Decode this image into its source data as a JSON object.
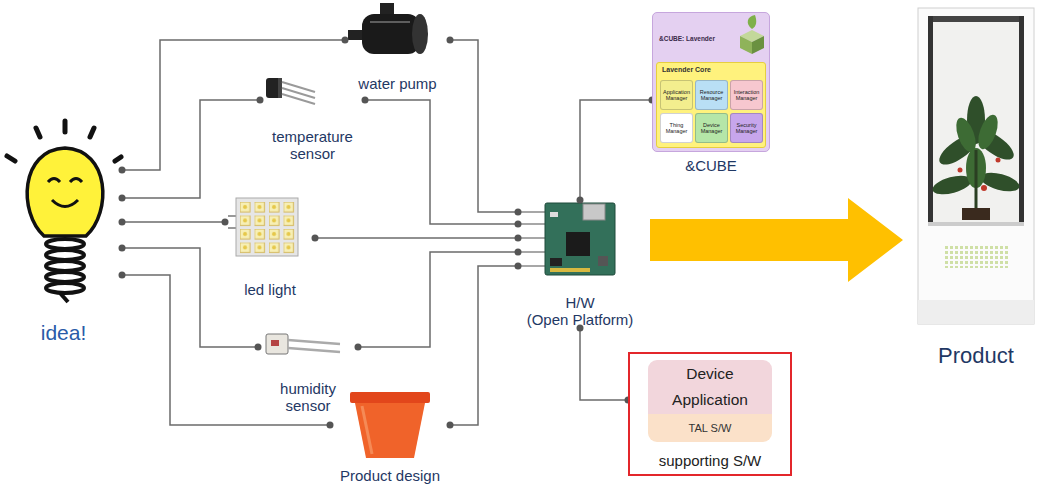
{
  "diagram": {
    "nodes": [
      {
        "text": [
          "idea!"
        ]
      },
      {
        "text": [
          "water pump"
        ]
      },
      {
        "text": [
          "temperature sensor"
        ]
      },
      {
        "text": [
          "led light"
        ]
      },
      {
        "text": [
          "humidity sensor"
        ]
      },
      {
        "text": [
          "Product design"
        ]
      },
      {
        "text": [
          "&CUBE: Lavender",
          "&CUBE"
        ]
      },
      {
        "text": [
          "Lavender Core"
        ],
        "in": 6
      },
      {
        "text": [
          "Application Manager"
        ],
        "in": 7
      },
      {
        "text": [
          "Resource Manager"
        ],
        "in": 7
      },
      {
        "text": [
          "Interaction Manager"
        ],
        "in": 7
      },
      {
        "text": [
          "Thing Manager"
        ],
        "in": 7
      },
      {
        "text": [
          "Device Manager"
        ],
        "in": 7
      },
      {
        "text": [
          "Security Manager"
        ],
        "in": 7
      },
      {
        "text": [
          "H/W (Open Platform)"
        ]
      },
      {
        "text": [
          "supporting S/W"
        ]
      },
      {
        "text": [
          "Device Application"
        ],
        "in": 15
      },
      {
        "text": [
          "TAL S/W"
        ],
        "in": 15
      },
      {
        "text": [
          "Product"
        ]
      }
    ],
    "edges": [
      {
        "from": 0,
        "to": 1,
        "arrow": "none"
      },
      {
        "from": 0,
        "to": 2,
        "arrow": "none"
      },
      {
        "from": 0,
        "to": 3,
        "arrow": "none"
      },
      {
        "from": 0,
        "to": 4,
        "arrow": "none"
      },
      {
        "from": 0,
        "to": 5,
        "arrow": "none"
      },
      {
        "from": 1,
        "to": 14,
        "arrow": "none"
      },
      {
        "from": 2,
        "to": 14,
        "arrow": "none"
      },
      {
        "from": 3,
        "to": 14,
        "arrow": "none"
      },
      {
        "from": 4,
        "to": 14,
        "arrow": "none"
      },
      {
        "from": 5,
        "to": 14,
        "arrow": "none"
      },
      {
        "from": 14,
        "to": 6,
        "arrow": "none"
      },
      {
        "from": 14,
        "to": 15,
        "arrow": "none"
      },
      {
        "from": 14,
        "to": 18,
        "arrow": "to"
      }
    ]
  }
}
